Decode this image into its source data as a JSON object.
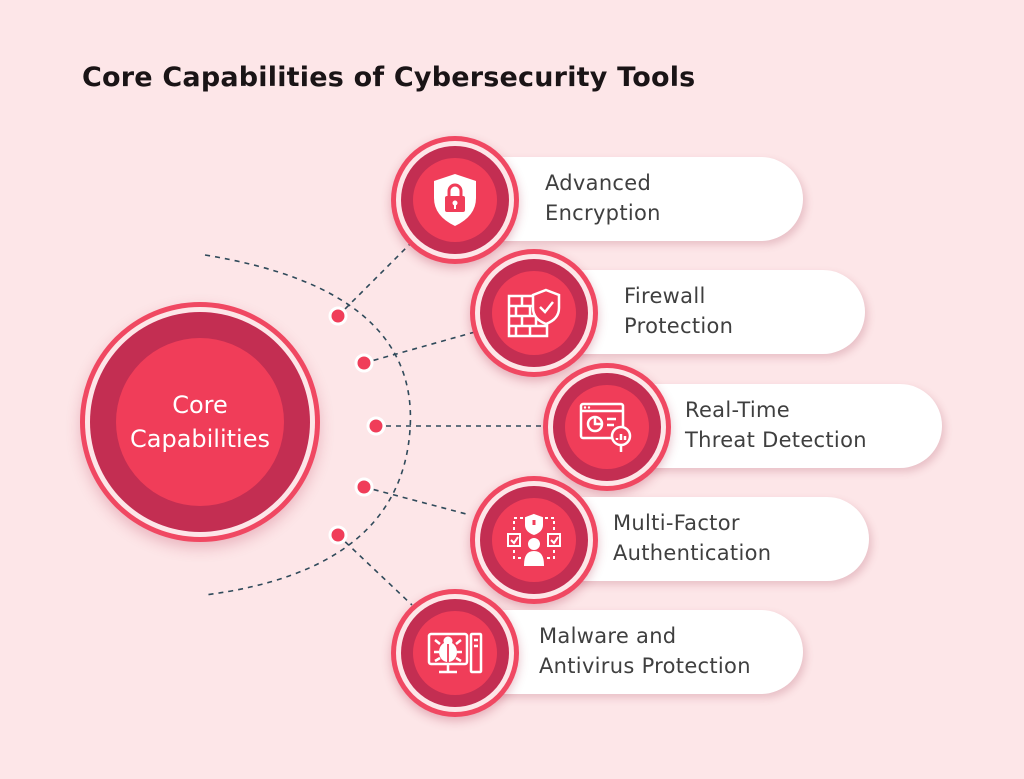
{
  "title": "Core Capabilities of Cybersecurity Tools",
  "center": {
    "line1": "Core",
    "line2": "Capabilities"
  },
  "capabilities": [
    {
      "line1": "Advanced",
      "line2": "Encryption",
      "icon": "shield-lock-icon"
    },
    {
      "line1": "Firewall",
      "line2": "Protection",
      "icon": "firewall-shield-icon"
    },
    {
      "line1": "Real-Time",
      "line2": "Threat Detection",
      "icon": "monitor-magnifier-icon"
    },
    {
      "line1": "Multi-Factor",
      "line2": "Authentication",
      "icon": "user-verification-icon"
    },
    {
      "line1": "Malware and",
      "line2": "Antivirus Protection",
      "icon": "computer-bug-icon"
    }
  ],
  "colors": {
    "background": "#fde6e8",
    "accent": "#f03d59",
    "accent_dark": "#c32e52",
    "text": "#3f3f3f"
  }
}
